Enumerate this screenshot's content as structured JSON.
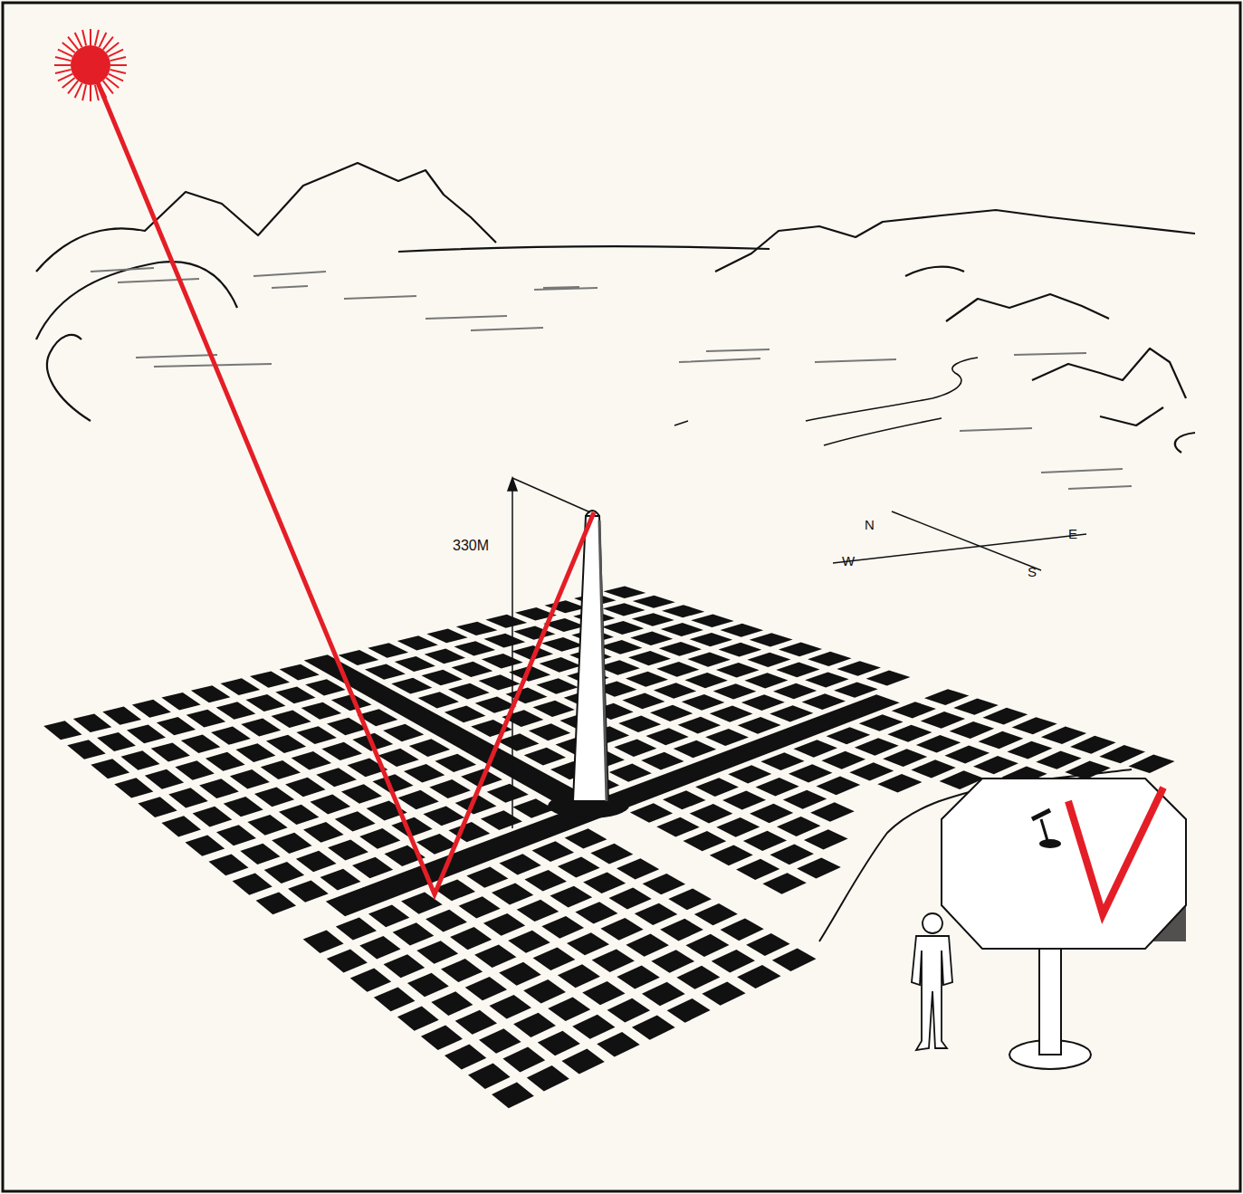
{
  "diagram": {
    "labels": [
      "330M",
      "N",
      "E",
      "S",
      "W"
    ]
  }
}
